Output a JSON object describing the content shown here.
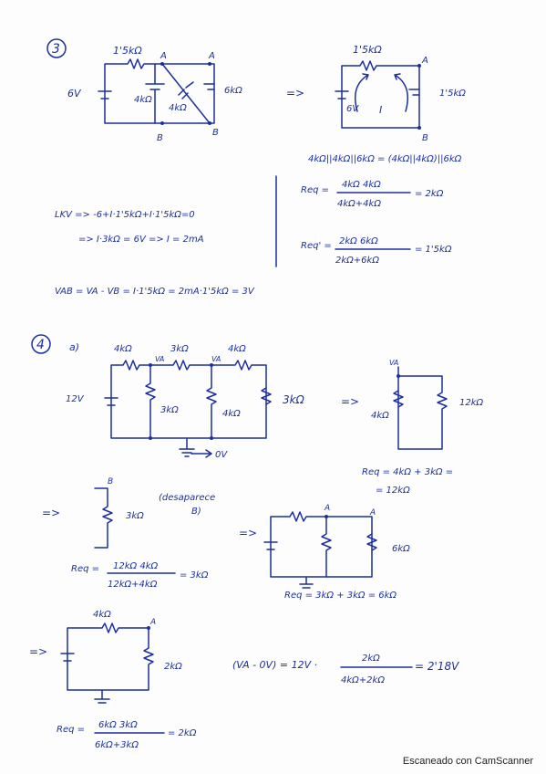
{
  "p3": {
    "num": "3",
    "left": {
      "r_top": "1'5kΩ",
      "src": "6V",
      "node_a1": "A",
      "node_a2": "A",
      "r_mid": "4kΩ",
      "r_diag": "4kΩ",
      "r_right": "6kΩ",
      "node_b1": "B",
      "node_b2": "B"
    },
    "arrow": "=>",
    "right": {
      "r_top": "1'5kΩ",
      "node_a": "A",
      "src": "6V",
      "current": "I",
      "r_right": "1'5kΩ",
      "node_b": "B"
    },
    "parallel": "4kΩ||4kΩ||6kΩ = (4kΩ||4kΩ)||6kΩ",
    "req1_lhs": "Req =",
    "req1_num": "4kΩ 4kΩ",
    "req1_den": "4kΩ+4kΩ",
    "req1_rhs": "= 2kΩ",
    "req2_lhs": "Req' =",
    "req2_num": "2kΩ 6kΩ",
    "req2_den": "2kΩ+6kΩ",
    "req2_rhs": "= 1'5kΩ",
    "lkv": "LKV => -6+I·1'5kΩ+I·1'5kΩ=0",
    "lkv2": "=> I·3kΩ = 6V => I = 2mA",
    "vab": "VAB = VA - VB = I·1'5kΩ = 2mA·1'5kΩ = 3V"
  },
  "p4": {
    "num": "4",
    "part": "a)",
    "c1": {
      "r1": "4kΩ",
      "r2": "3kΩ",
      "r3": "4kΩ",
      "va1": "VA",
      "va2": "VA",
      "src": "12V",
      "r4": "3kΩ",
      "r5": "4kΩ",
      "r6": "3kΩ",
      "ground": "0V"
    },
    "c2": {
      "va": "VA",
      "r_left": "4kΩ",
      "r_right": "12kΩ"
    },
    "req_a": "Req = 4kΩ + 3kΩ =",
    "req_a2": "= 12kΩ",
    "c3": {
      "b": "B",
      "r": "3kΩ"
    },
    "note1": "(desaparece",
    "note2": "B)",
    "req_b_lhs": "Req =",
    "req_b_num": "12kΩ 4kΩ",
    "req_b_den": "12kΩ+4kΩ",
    "req_b_rhs": "= 3kΩ",
    "c4": {
      "a1": "A",
      "a2": "A",
      "r": "6kΩ"
    },
    "req_c": "Req = 3kΩ + 3kΩ = 6kΩ",
    "c5": {
      "r_top": "4kΩ",
      "a": "A",
      "r_right": "2kΩ"
    },
    "vdiv_lhs": "(VA - 0V) = 12V ·",
    "vdiv_num": "2kΩ",
    "vdiv_den": "4kΩ+2kΩ",
    "vdiv_rhs": "= 2'18V",
    "req_d_lhs": "Req =",
    "req_d_num": "6kΩ 3kΩ",
    "req_d_den": "6kΩ+3kΩ",
    "req_d_rhs": "= 2kΩ"
  },
  "arrows": {
    "a1": "=>",
    "a2": "=>",
    "a3": "=>",
    "a4": "=>"
  },
  "watermark": "Escaneado con CamScanner"
}
